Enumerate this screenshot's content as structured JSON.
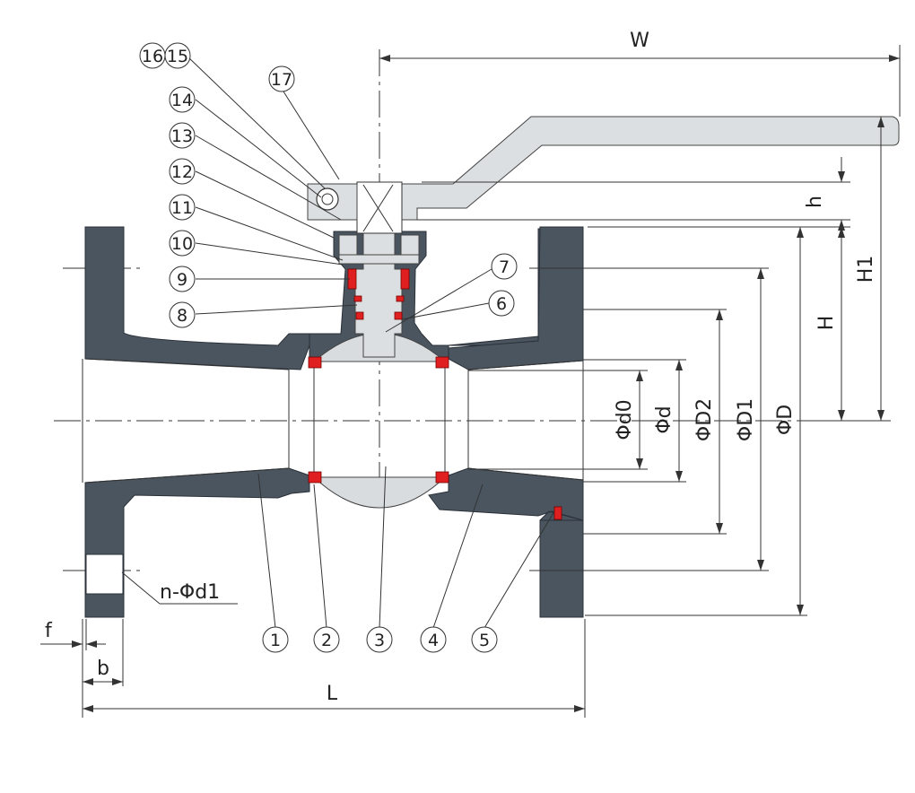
{
  "dimensions": {
    "W": "W",
    "h": "h",
    "H1": "H1",
    "H": "H",
    "phi_d0": "Φd0",
    "phi_d": "Φd",
    "phi_D2": "ΦD2",
    "phi_D1": "ΦD1",
    "phi_D": "ΦD",
    "n_phi_d1": "n-Φd1",
    "f": "f",
    "b": "b",
    "L": "L"
  },
  "callouts": {
    "p1": "1",
    "p2": "2",
    "p3": "3",
    "p4": "4",
    "p5": "5",
    "p6": "6",
    "p7": "7",
    "p8": "8",
    "p9": "9",
    "p10": "10",
    "p11": "11",
    "p12": "12",
    "p13": "13",
    "p14": "14",
    "p15": "15",
    "p16": "16",
    "p17": "17"
  },
  "colors": {
    "body": "#4a5560",
    "seal": "#e02020",
    "ball": "#d9dcde",
    "steel": "#dcdfe1"
  }
}
